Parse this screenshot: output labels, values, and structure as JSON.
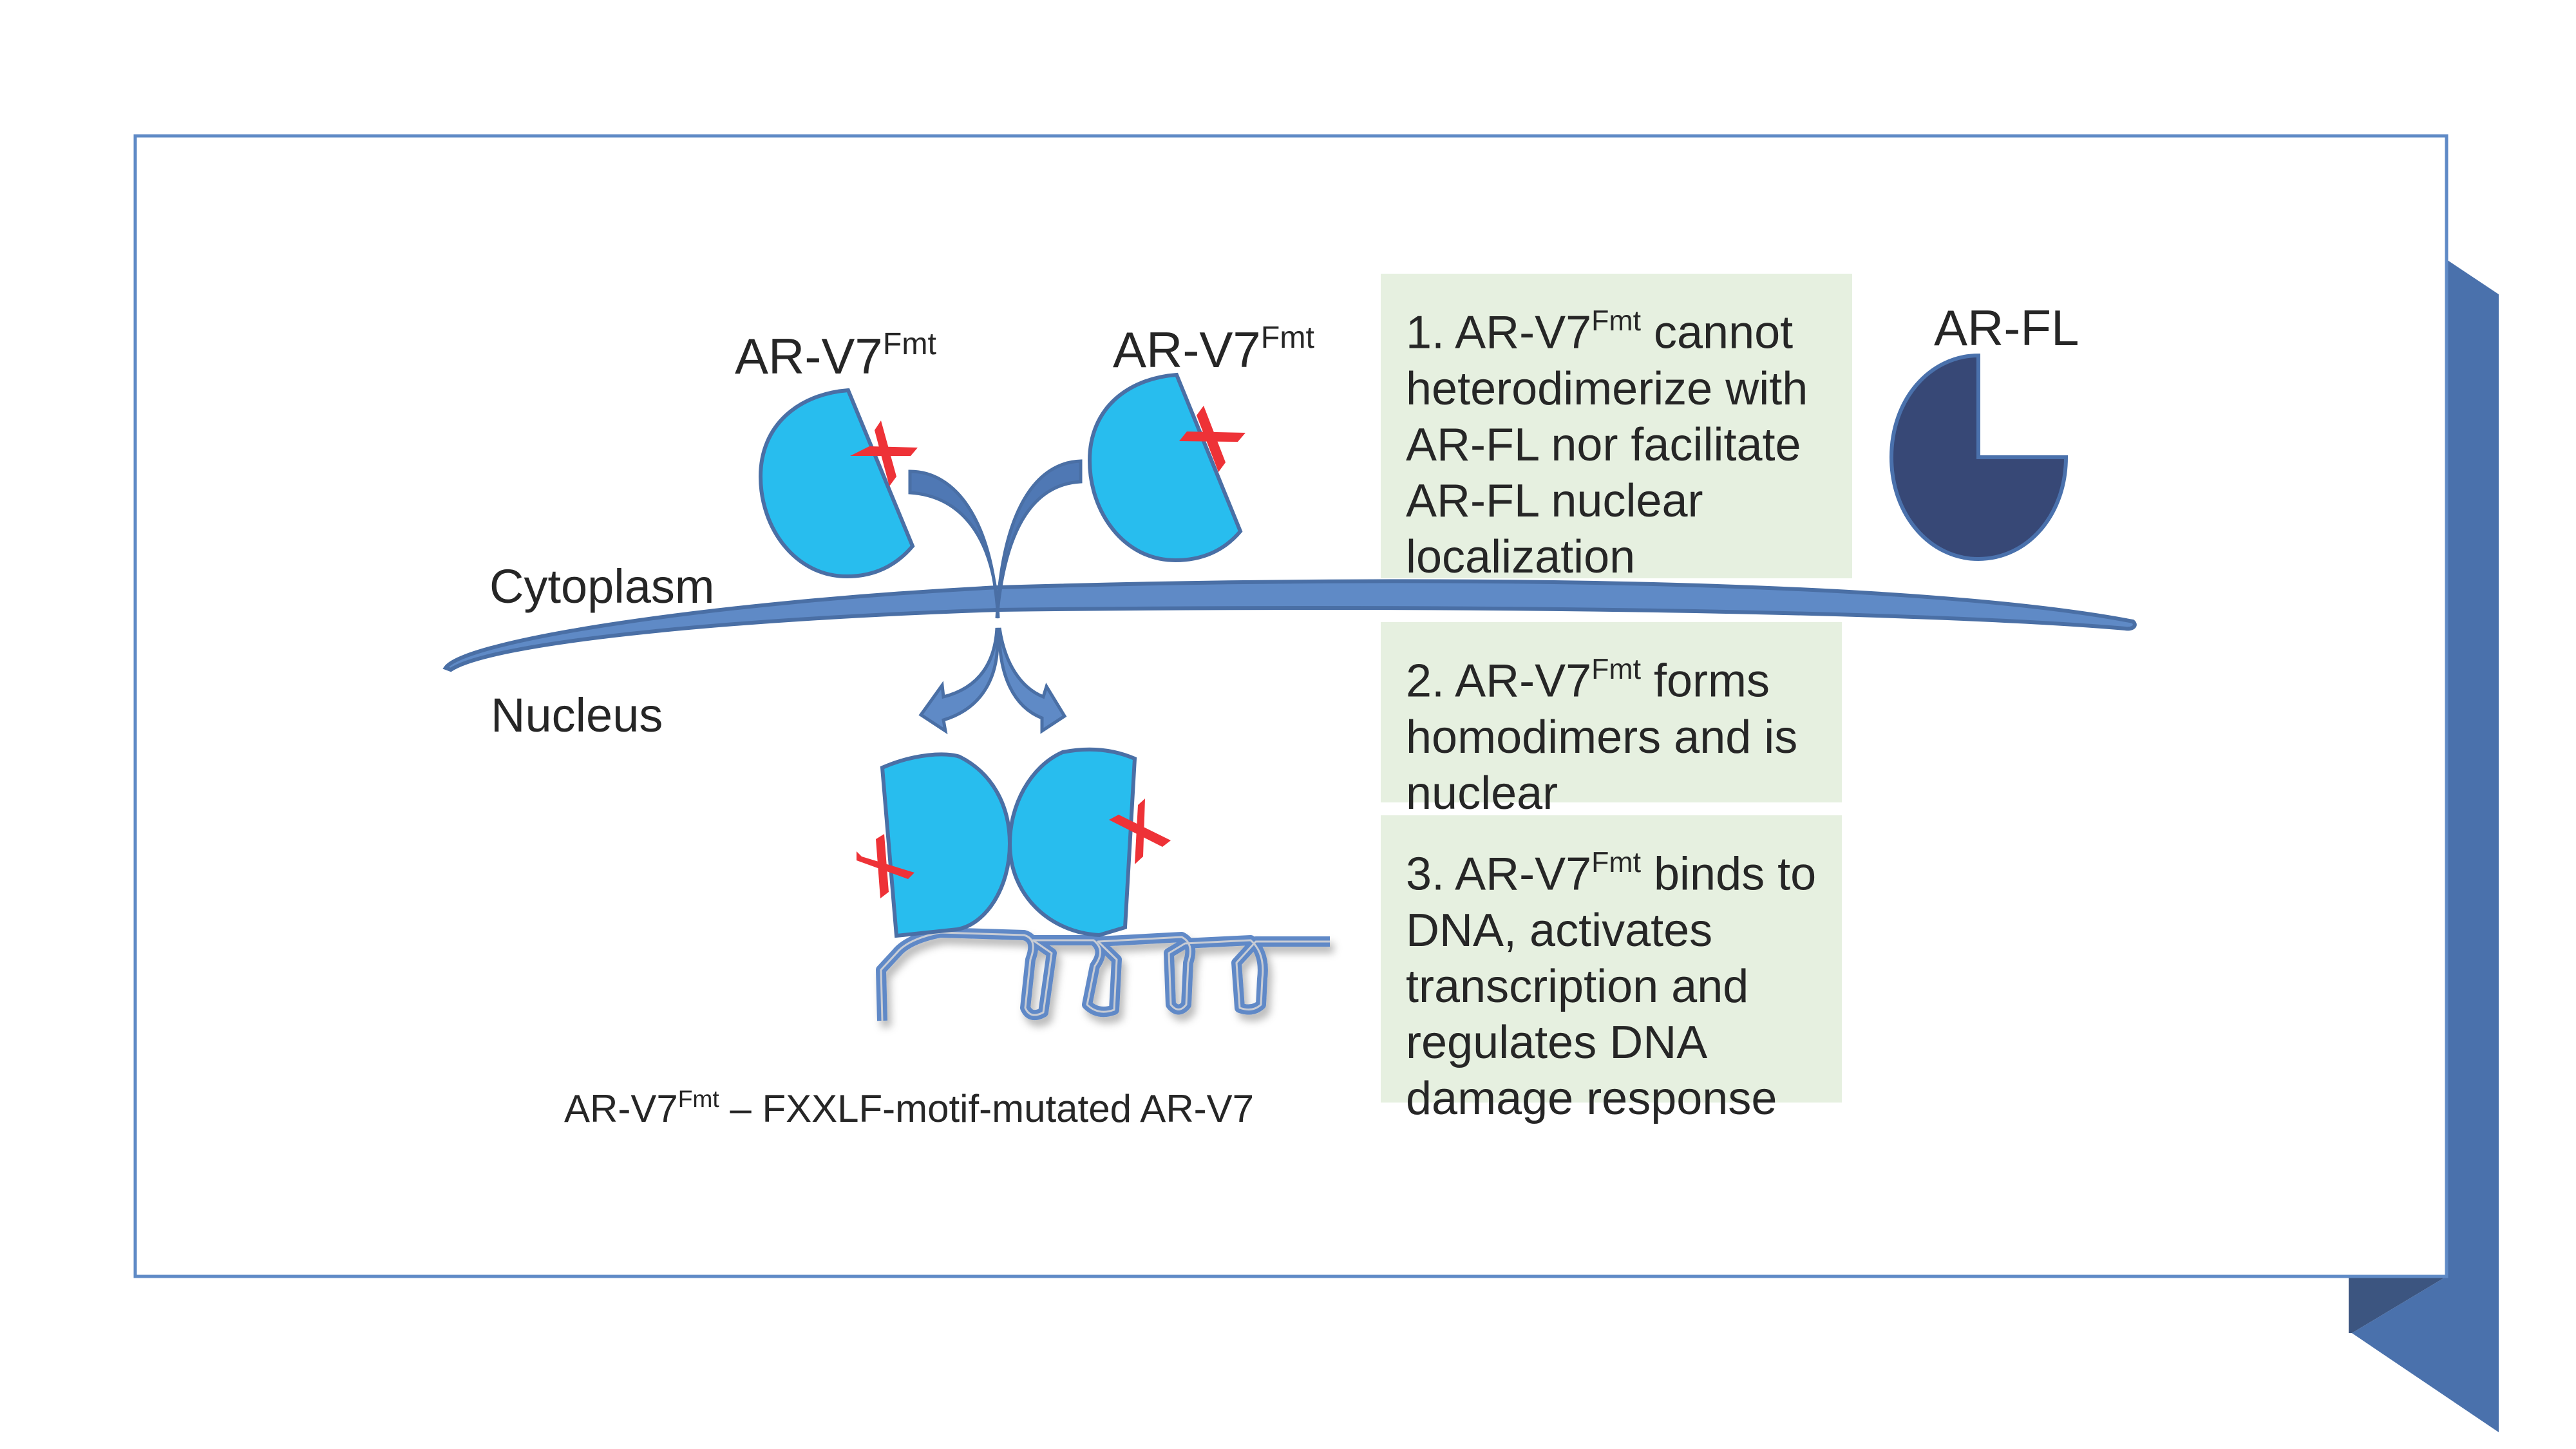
{
  "colors": {
    "frame_border": "#5f8ac6",
    "ribbon": "#4a71ac",
    "ribbon_shadow": "#3c5580",
    "monomer_fill": "#28bdee",
    "monomer_stroke": "#4a6fa5",
    "mutation_x": "#ee3237",
    "membrane_fill": "#5f8ac6",
    "membrane_stroke": "#4a6fa5",
    "arrow_fill": "#5f8ac6",
    "ar_fl_fill": "#374876",
    "dna": "#6089c7",
    "text_box_bg": "#e6f0e0",
    "text": "#262626"
  },
  "labels": {
    "ar_v7_left": {
      "base": "AR-V7",
      "sup": "Fmt"
    },
    "ar_v7_right": {
      "base": "AR-V7",
      "sup": "Fmt"
    },
    "ar_fl": "AR-FL",
    "cytoplasm": "Cytoplasm",
    "nucleus": "Nucleus"
  },
  "caption": {
    "base": "AR-V7",
    "sup": "Fmt",
    "rest": " – FXXLF-motif-mutated AR-V7"
  },
  "boxes": [
    {
      "lines": [
        {
          "prefix": "1. AR-V7",
          "sup": "Fmt",
          "suffix": " cannot"
        },
        {
          "prefix": "heterodimerize with"
        },
        {
          "prefix": "AR-FL nor facilitate"
        },
        {
          "prefix": "AR-FL nuclear"
        },
        {
          "prefix": "localization"
        }
      ]
    },
    {
      "lines": [
        {
          "prefix": "2. AR-V7",
          "sup": "Fmt",
          "suffix": " forms"
        },
        {
          "prefix": "homodimers and is"
        },
        {
          "prefix": "nuclear"
        }
      ]
    },
    {
      "lines": [
        {
          "prefix": "3. AR-V7",
          "sup": "Fmt",
          "suffix": " binds to"
        },
        {
          "prefix": "DNA, activates"
        },
        {
          "prefix": "transcription and"
        },
        {
          "prefix": "regulates DNA"
        },
        {
          "prefix": "damage response"
        }
      ]
    }
  ],
  "icons": {
    "monomer": "ar-v7-monomer-shape",
    "mutation": "red-x-mark",
    "ar_fl": "ar-fl-pie-shape",
    "dna": "dna-strand",
    "arrows": "curved-translocation-arrows",
    "membrane": "nuclear-membrane"
  }
}
